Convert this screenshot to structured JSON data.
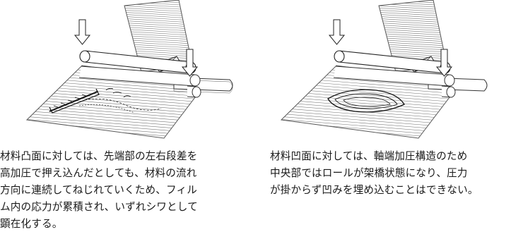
{
  "left_panel": {
    "caption_lines": [
      "材料凸面に対しては、先端部の左右段差を",
      "高加圧で押え込んだとしても、材料の流れ",
      "方向に連続してねじれていくため、フィル",
      "ム内の応力が累積され、いずれシワとして",
      "顕在化する。"
    ]
  },
  "right_panel": {
    "caption_lines": [
      "材料凹面に対しては、軸端加圧構造のため",
      "中央部ではロールが架橋状態になり、圧力",
      "が掛からず凹みを埋め込むことはできない。"
    ]
  }
}
